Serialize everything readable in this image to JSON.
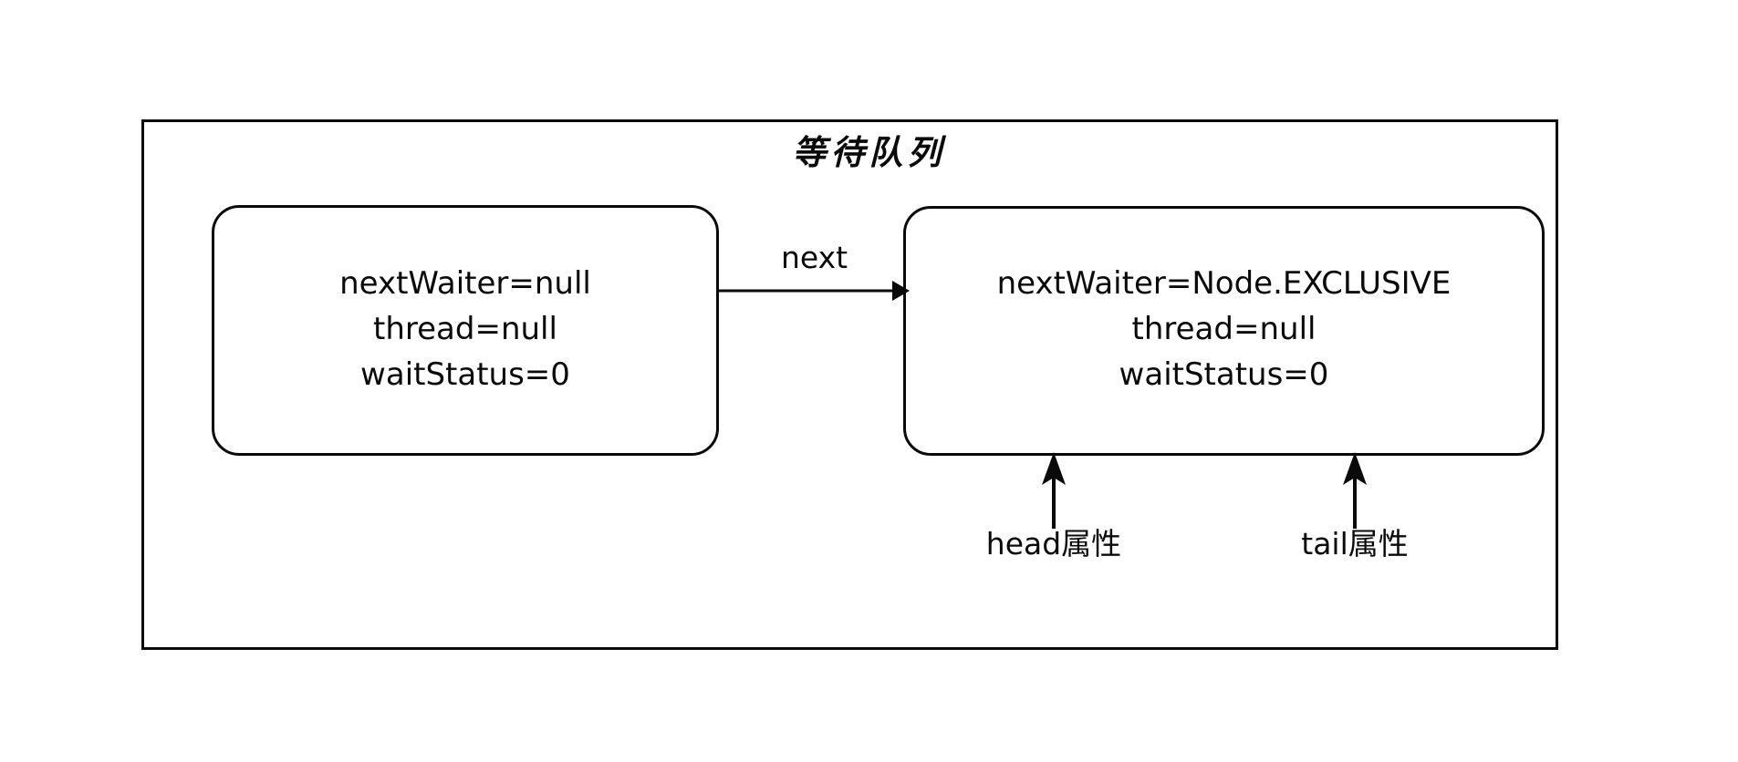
{
  "diagram": {
    "title": "等待队列",
    "container_name": "wait-queue-container",
    "stroke_color": "#0a0a0a",
    "background_color": "#ffffff"
  },
  "nodes": [
    {
      "id": "head-node",
      "role": "head",
      "lines": [
        "nextWaiter=null",
        "thread=null",
        "waitStatus=0"
      ]
    },
    {
      "id": "tail-node",
      "role": "tail",
      "lines": [
        "nextWaiter=Node.EXCLUSIVE",
        "thread=null",
        "waitStatus=0"
      ]
    }
  ],
  "edges": [
    {
      "id": "next-edge",
      "label": "next",
      "from": "head-node",
      "to": "tail-node",
      "direction": "right"
    }
  ],
  "pointers": [
    {
      "id": "head-pointer",
      "label": "head属性",
      "target": "tail-node",
      "direction": "up"
    },
    {
      "id": "tail-pointer",
      "label": "tail属性",
      "target": "tail-node",
      "direction": "up"
    }
  ]
}
